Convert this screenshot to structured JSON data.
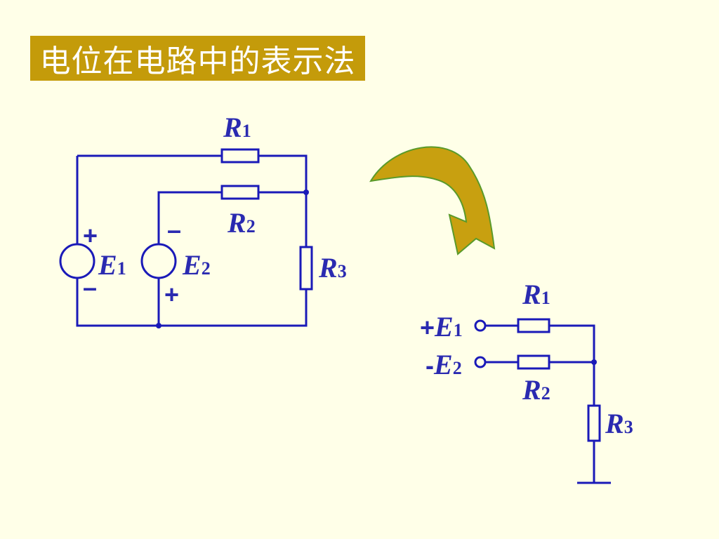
{
  "title": "电位在电路中的表示法",
  "colors": {
    "background": "#FFFFE8",
    "title_bg": "#C49B0A",
    "title_text": "#FFFFFF",
    "wire": "#1A1AB8",
    "label": "#2A2AB0",
    "arrow_fill": "#C8A010",
    "arrow_stroke": "#5A9A2A"
  },
  "icons": {
    "transform_arrow": "curved-arrow-icon",
    "ground": "ground-icon",
    "terminal": "terminal-circle-icon"
  },
  "left_circuit": {
    "r1": {
      "sym": "R",
      "sub": "1"
    },
    "r2": {
      "sym": "R",
      "sub": "2"
    },
    "r3": {
      "sym": "R",
      "sub": "3"
    },
    "e1": {
      "sym": "E",
      "sub": "1",
      "plus": "+",
      "minus": "–"
    },
    "e2": {
      "sym": "E",
      "sub": "2",
      "plus": "+",
      "minus": "–"
    }
  },
  "right_circuit": {
    "r1": {
      "sym": "R",
      "sub": "1"
    },
    "r2": {
      "sym": "R",
      "sub": "2"
    },
    "r3": {
      "sym": "R",
      "sub": "3"
    },
    "t1": {
      "prefix": "+",
      "sym": "E",
      "sub": "1"
    },
    "t2": {
      "prefix": "-",
      "sym": "E",
      "sub": "2"
    }
  }
}
